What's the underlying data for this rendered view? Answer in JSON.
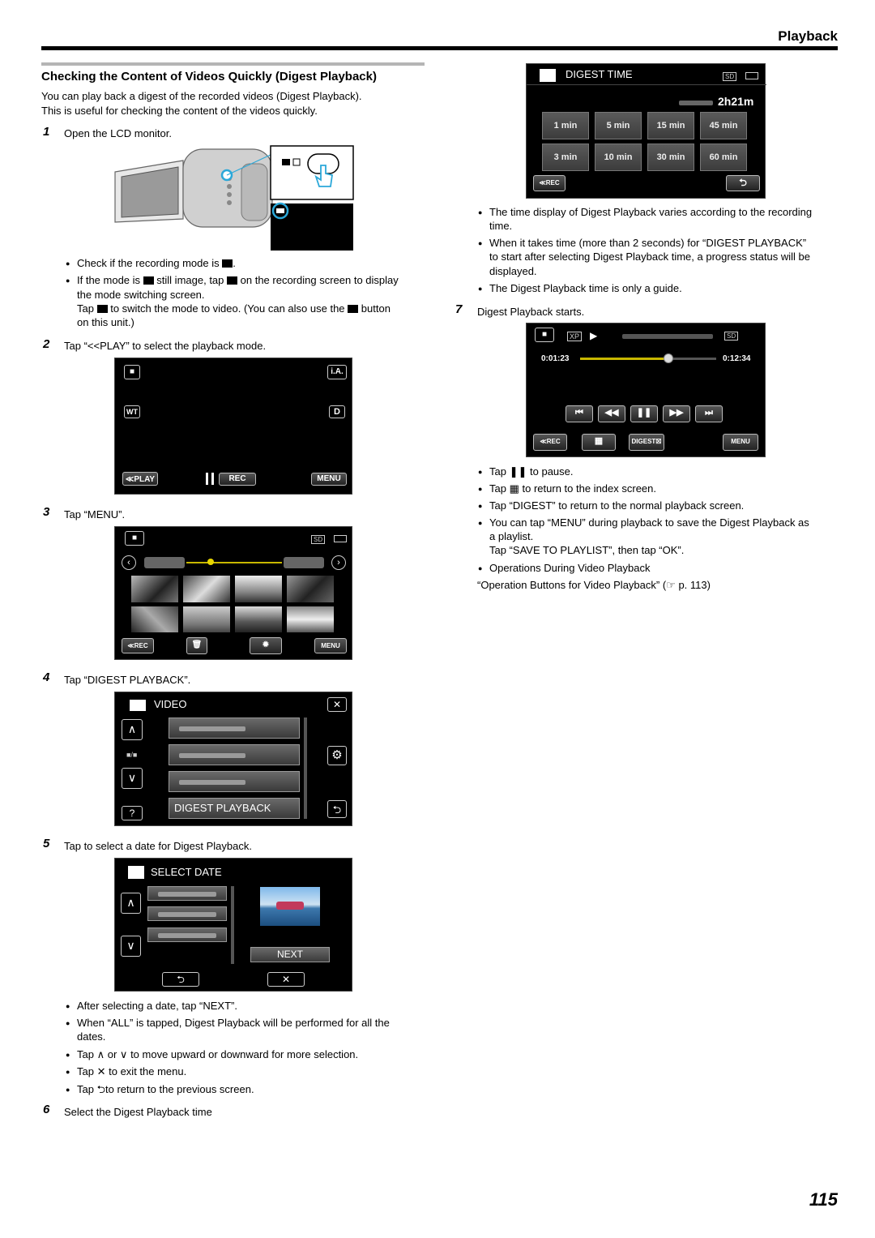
{
  "header": {
    "title": "Playback"
  },
  "section": {
    "title": "Checking the Content of Videos Quickly (Digest Playback)",
    "intro_1": "You can play back a digest of the recorded videos (Digest Playback).",
    "intro_2": "This is useful for checking the content of the videos quickly."
  },
  "steps": {
    "s1": {
      "num": "1",
      "text": "Open the LCD monitor."
    },
    "s1_bullets": {
      "b1": "Check if the recording mode is",
      "b2a": "If the mode is",
      "b2b": "still image, tap",
      "b2c": "on the recording screen to display",
      "b2d": "the mode switching screen.",
      "b3a": "Tap",
      "b3b": "to switch the mode to video. (You can also use the",
      "b3c": "button",
      "b3d": "on this unit.)"
    },
    "s2": {
      "num": "2",
      "text": "Tap “<<PLAY” to select the playback mode."
    },
    "s3": {
      "num": "3",
      "text": "Tap “MENU”."
    },
    "s4": {
      "num": "4",
      "text": "Tap “DIGEST PLAYBACK”."
    },
    "s5": {
      "num": "5",
      "text": "Tap to select a date for Digest Playback."
    },
    "s5_bullets": {
      "b1": "After selecting a date, tap “NEXT”.",
      "b2a": "When “ALL” is tapped, Digest Playback will be performed for all the",
      "b2b": "dates.",
      "b3a": "Tap",
      "b3b": "or",
      "b3c": "to move upward or downward for more selection.",
      "b4a": "Tap",
      "b4b": "to exit the menu.",
      "b5a": "Tap",
      "b5b": "to return to the previous screen."
    },
    "s6": {
      "num": "6",
      "text": "Select the Digest Playback time"
    },
    "s6_bullets": {
      "b1a": "The time display of Digest Playback varies according to the recording",
      "b1b": "time.",
      "b2a": "When it takes time (more than 2 seconds) for “DIGEST PLAYBACK”",
      "b2b": "to start after selecting Digest Playback time, a progress status will be",
      "b2c": "displayed.",
      "b3": "The Digest Playback time is only a guide."
    },
    "s7": {
      "num": "7",
      "text": "Digest Playback starts."
    },
    "s7_bullets": {
      "b1a": "Tap",
      "b1b": "to pause.",
      "b2a": "Tap",
      "b2b": "to return to the index screen.",
      "b3": "Tap “DIGEST” to return to the normal playback screen.",
      "b4a": "You can tap “MENU” during playback to save the Digest Playback as",
      "b4b": "a playlist.",
      "b4c": "Tap “SAVE TO PLAYLIST”, then tap “OK”.",
      "b5": "Operations During Video Playback",
      "b6a": "“Operation Buttons for Video Playback” (",
      "b6b": "p. 113)"
    }
  },
  "screens": {
    "rec": {
      "wt": "WT",
      "ia": "i.A.",
      "d": "D",
      "play": "≪PLAY",
      "rec": "REC",
      "menu": "MENU"
    },
    "index": {
      "sd": "SD",
      "rec": "≪REC",
      "menu": "MENU"
    },
    "video_menu": {
      "title": "VIDEO",
      "digest": "DIGEST PLAYBACK",
      "help": "?"
    },
    "select_date": {
      "title": "SELECT DATE",
      "next": "NEXT"
    },
    "digest_time": {
      "title": "DIGEST TIME",
      "sd": "SD",
      "remaining": "2h21m",
      "options": [
        "1 min",
        "5 min",
        "15 min",
        "45 min",
        "3 min",
        "10 min",
        "30 min",
        "60 min"
      ],
      "rec": "≪REC"
    },
    "playback": {
      "xp": "XP",
      "sd": "SD",
      "elapsed": "0:01:23",
      "total": "0:12:34",
      "progress": 0.65,
      "rec": "≪REC",
      "digest": "DIGEST",
      "menu": "MENU"
    }
  },
  "page_number": "115"
}
